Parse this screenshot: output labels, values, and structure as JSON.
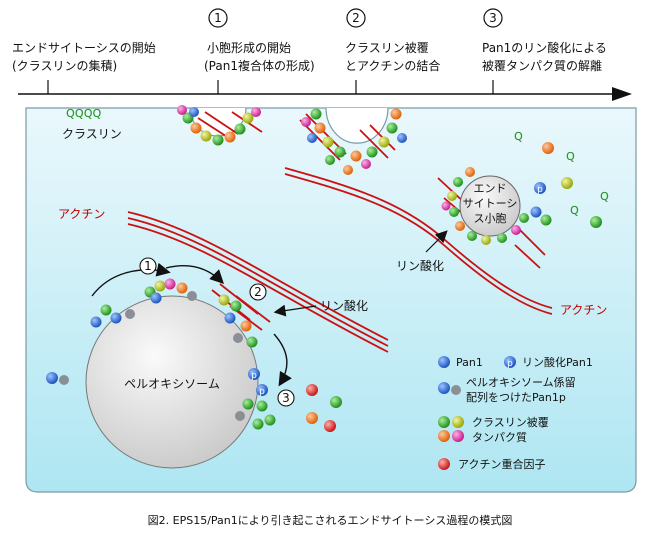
{
  "timeline": {
    "stage0": {
      "line1": "エンドサイトーシスの開始",
      "line2": "(クラスリンの集積)"
    },
    "stage1": {
      "num": "1",
      "line1": "小胞形成の開始",
      "line2": "(Pan1複合体の形成)"
    },
    "stage2": {
      "num": "2",
      "line1": "クラスリン被覆",
      "line2": "とアクチンの結合"
    },
    "stage3": {
      "num": "3",
      "line1": "Pan1のリン酸化による",
      "line2": "被覆タンパク質の解離"
    }
  },
  "cell": {
    "clathrin_label": "クラスリン",
    "clathrin_glyph": "ꞯꞯꞯꞯ",
    "actin_left": "アクチン",
    "actin_right": "アクチン",
    "phospho_mid": "リン酸化",
    "vesicle_line1": "エンド",
    "vesicle_line2": "サイトーシ",
    "vesicle_line3": "ス小胞",
    "p_glyph": "p"
  },
  "peroxisome": {
    "label": "ペルオキシソーム",
    "step1": "1",
    "step2": "2",
    "step3": "3",
    "phospho": "リン酸化"
  },
  "legend": {
    "pan1": "Pan1",
    "phospho_pan1": "リン酸化Pan1",
    "retention_line1": "ペルオキシソーム係留",
    "retention_line2": "配列をつけたPan1p",
    "coat_line1": "クラスリン被覆",
    "coat_line2": "タンパク質",
    "actin_factor": "アクチン重合因子"
  },
  "caption": "図2. EPS15/Pan1により引き起こされるエンドサイトーシス過程の模式図",
  "colors": {
    "cytoplasm_top": "#e8f7fb",
    "cytoplasm_bottom": "#b9e9f3",
    "actin": "#cc1111",
    "pan1_blue": "#2f6fd6",
    "coat_green": "#3aa83a",
    "coat_yellow": "#b8c81a",
    "coat_orange": "#f07a1f",
    "coat_magenta": "#e040b0",
    "factor_red": "#e03030",
    "retention_grey": "#8a8f96"
  }
}
